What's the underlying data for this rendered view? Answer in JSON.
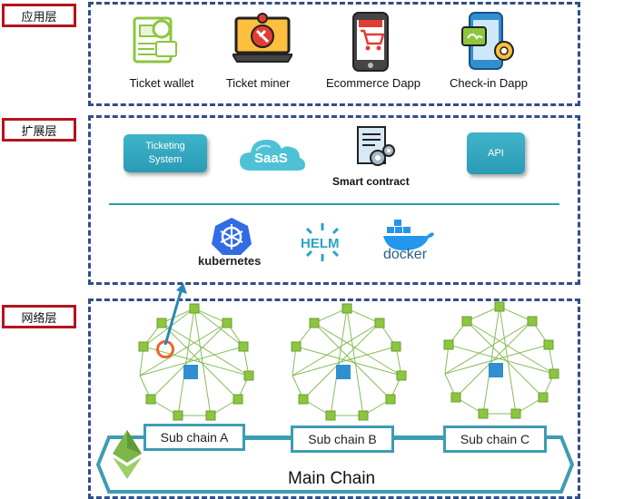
{
  "layers": {
    "app": "应用层",
    "extension": "扩展层",
    "network": "网络层"
  },
  "app_items": [
    {
      "label": "Ticket wallet",
      "icon": "ticket-wallet-icon"
    },
    {
      "label": "Ticket miner",
      "icon": "ticket-miner-icon"
    },
    {
      "label": "Ecommerce Dapp",
      "icon": "ecommerce-phone-icon"
    },
    {
      "label": "Check-in Dapp",
      "icon": "check-in-phone-icon"
    }
  ],
  "extension": {
    "ticketing": "Ticketing System",
    "saas": "SaaS",
    "smart_contract": "Smart contract",
    "api": "API",
    "kubernetes": "kubernetes",
    "helm": "HELM",
    "docker": "docker"
  },
  "network": {
    "subchains": [
      "Sub chain A",
      "Sub chain B",
      "Sub chain C"
    ],
    "main_chain": "Main Chain"
  },
  "colors": {
    "layer_border": "#b4141e",
    "panel_border": "#2f4f86",
    "teal": "#3fb4c9",
    "node_green": "#8cc63f"
  }
}
